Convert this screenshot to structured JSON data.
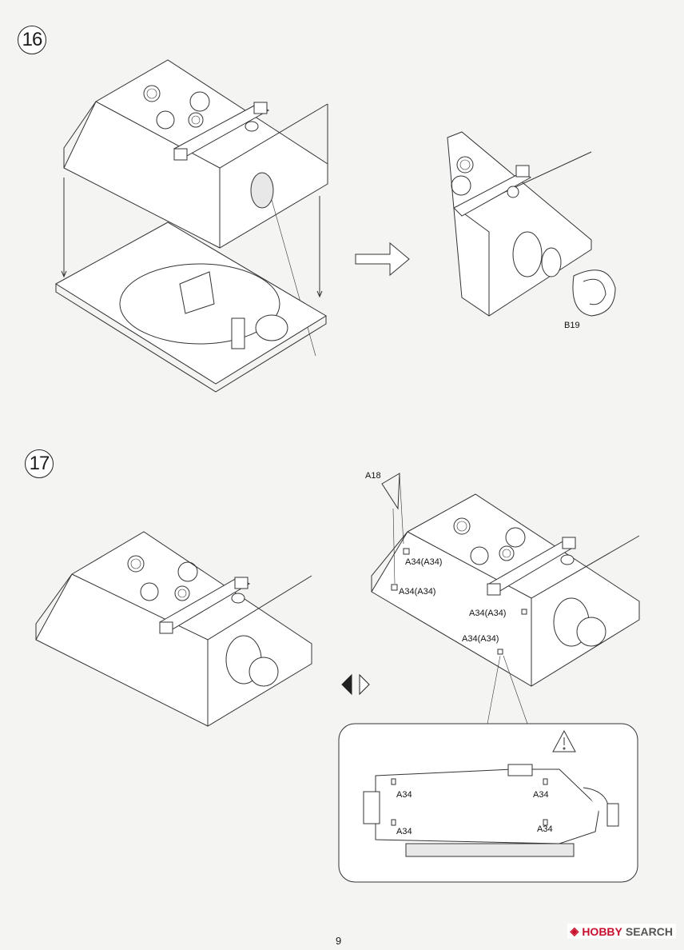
{
  "steps": [
    {
      "number": "16",
      "callouts": [
        "B19"
      ]
    },
    {
      "number": "17",
      "callouts": [
        "A18",
        "A34(A34)",
        "A34(A34)",
        "A34(A34)",
        "A34(A34)"
      ]
    }
  ],
  "detail_callouts": [
    "A34",
    "A34",
    "A34",
    "A34"
  ],
  "page_number": "9",
  "watermark": {
    "brand": "HOBBY",
    "search": "SEARCH"
  }
}
